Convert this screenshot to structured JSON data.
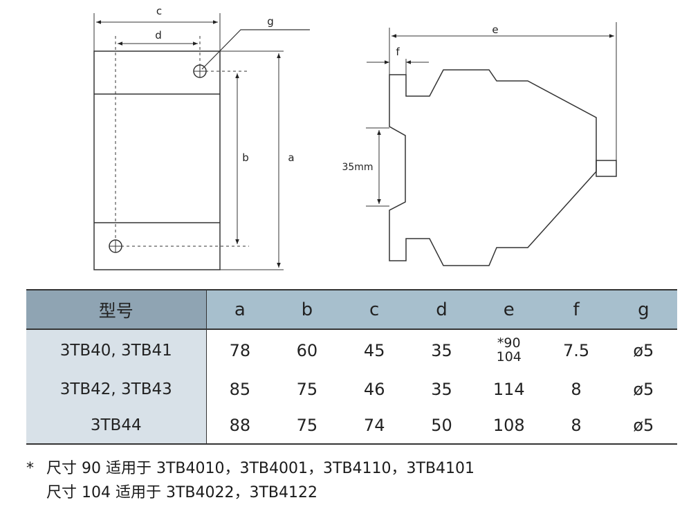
{
  "drawing": {
    "labels": {
      "a": "a",
      "b": "b",
      "c": "c",
      "d": "d",
      "e": "e",
      "f": "f",
      "g": "g",
      "rail": "35mm"
    }
  },
  "table": {
    "header": {
      "model": "型号",
      "cols": [
        "a",
        "b",
        "c",
        "d",
        "e",
        "f",
        "g"
      ]
    },
    "rows": [
      {
        "model": "3TB40, 3TB41",
        "a": "78",
        "b": "60",
        "c": "45",
        "d": "35",
        "e": [
          "*90",
          "104"
        ],
        "f": "7.5",
        "g": "ø5"
      },
      {
        "model": "3TB42, 3TB43",
        "a": "85",
        "b": "75",
        "c": "46",
        "d": "35",
        "e": "114",
        "f": "8",
        "g": "ø5"
      },
      {
        "model": "3TB44",
        "a": "88",
        "b": "75",
        "c": "74",
        "d": "50",
        "e": "108",
        "f": "8",
        "g": "ø5"
      }
    ]
  },
  "notes": {
    "star": "*",
    "line1": "尺寸 90 适用于 3TB4010，3TB4001，3TB4110，3TB4101",
    "line2": "尺寸 104 适用于 3TB4022，3TB4122"
  },
  "colors": {
    "header_model": "#8fa4b3",
    "header": "#a7bfcd",
    "model_col": "#d8e1e8",
    "line": "#333333"
  }
}
